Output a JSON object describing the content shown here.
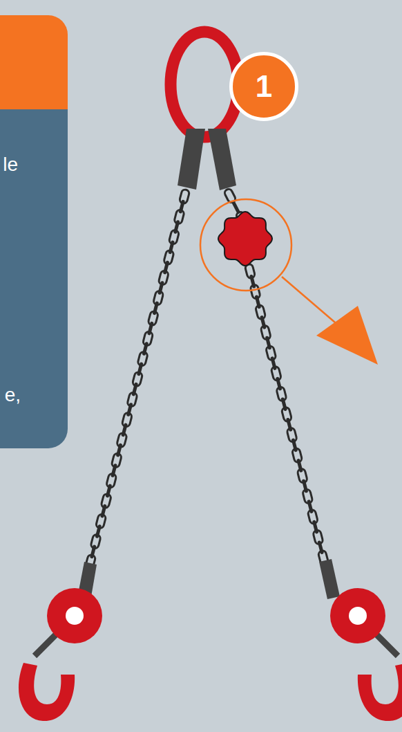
{
  "diagram": {
    "nodes": [
      {
        "text": [
          "le",
          "e,"
        ]
      },
      {
        "text": [
          "1"
        ]
      }
    ]
  }
}
